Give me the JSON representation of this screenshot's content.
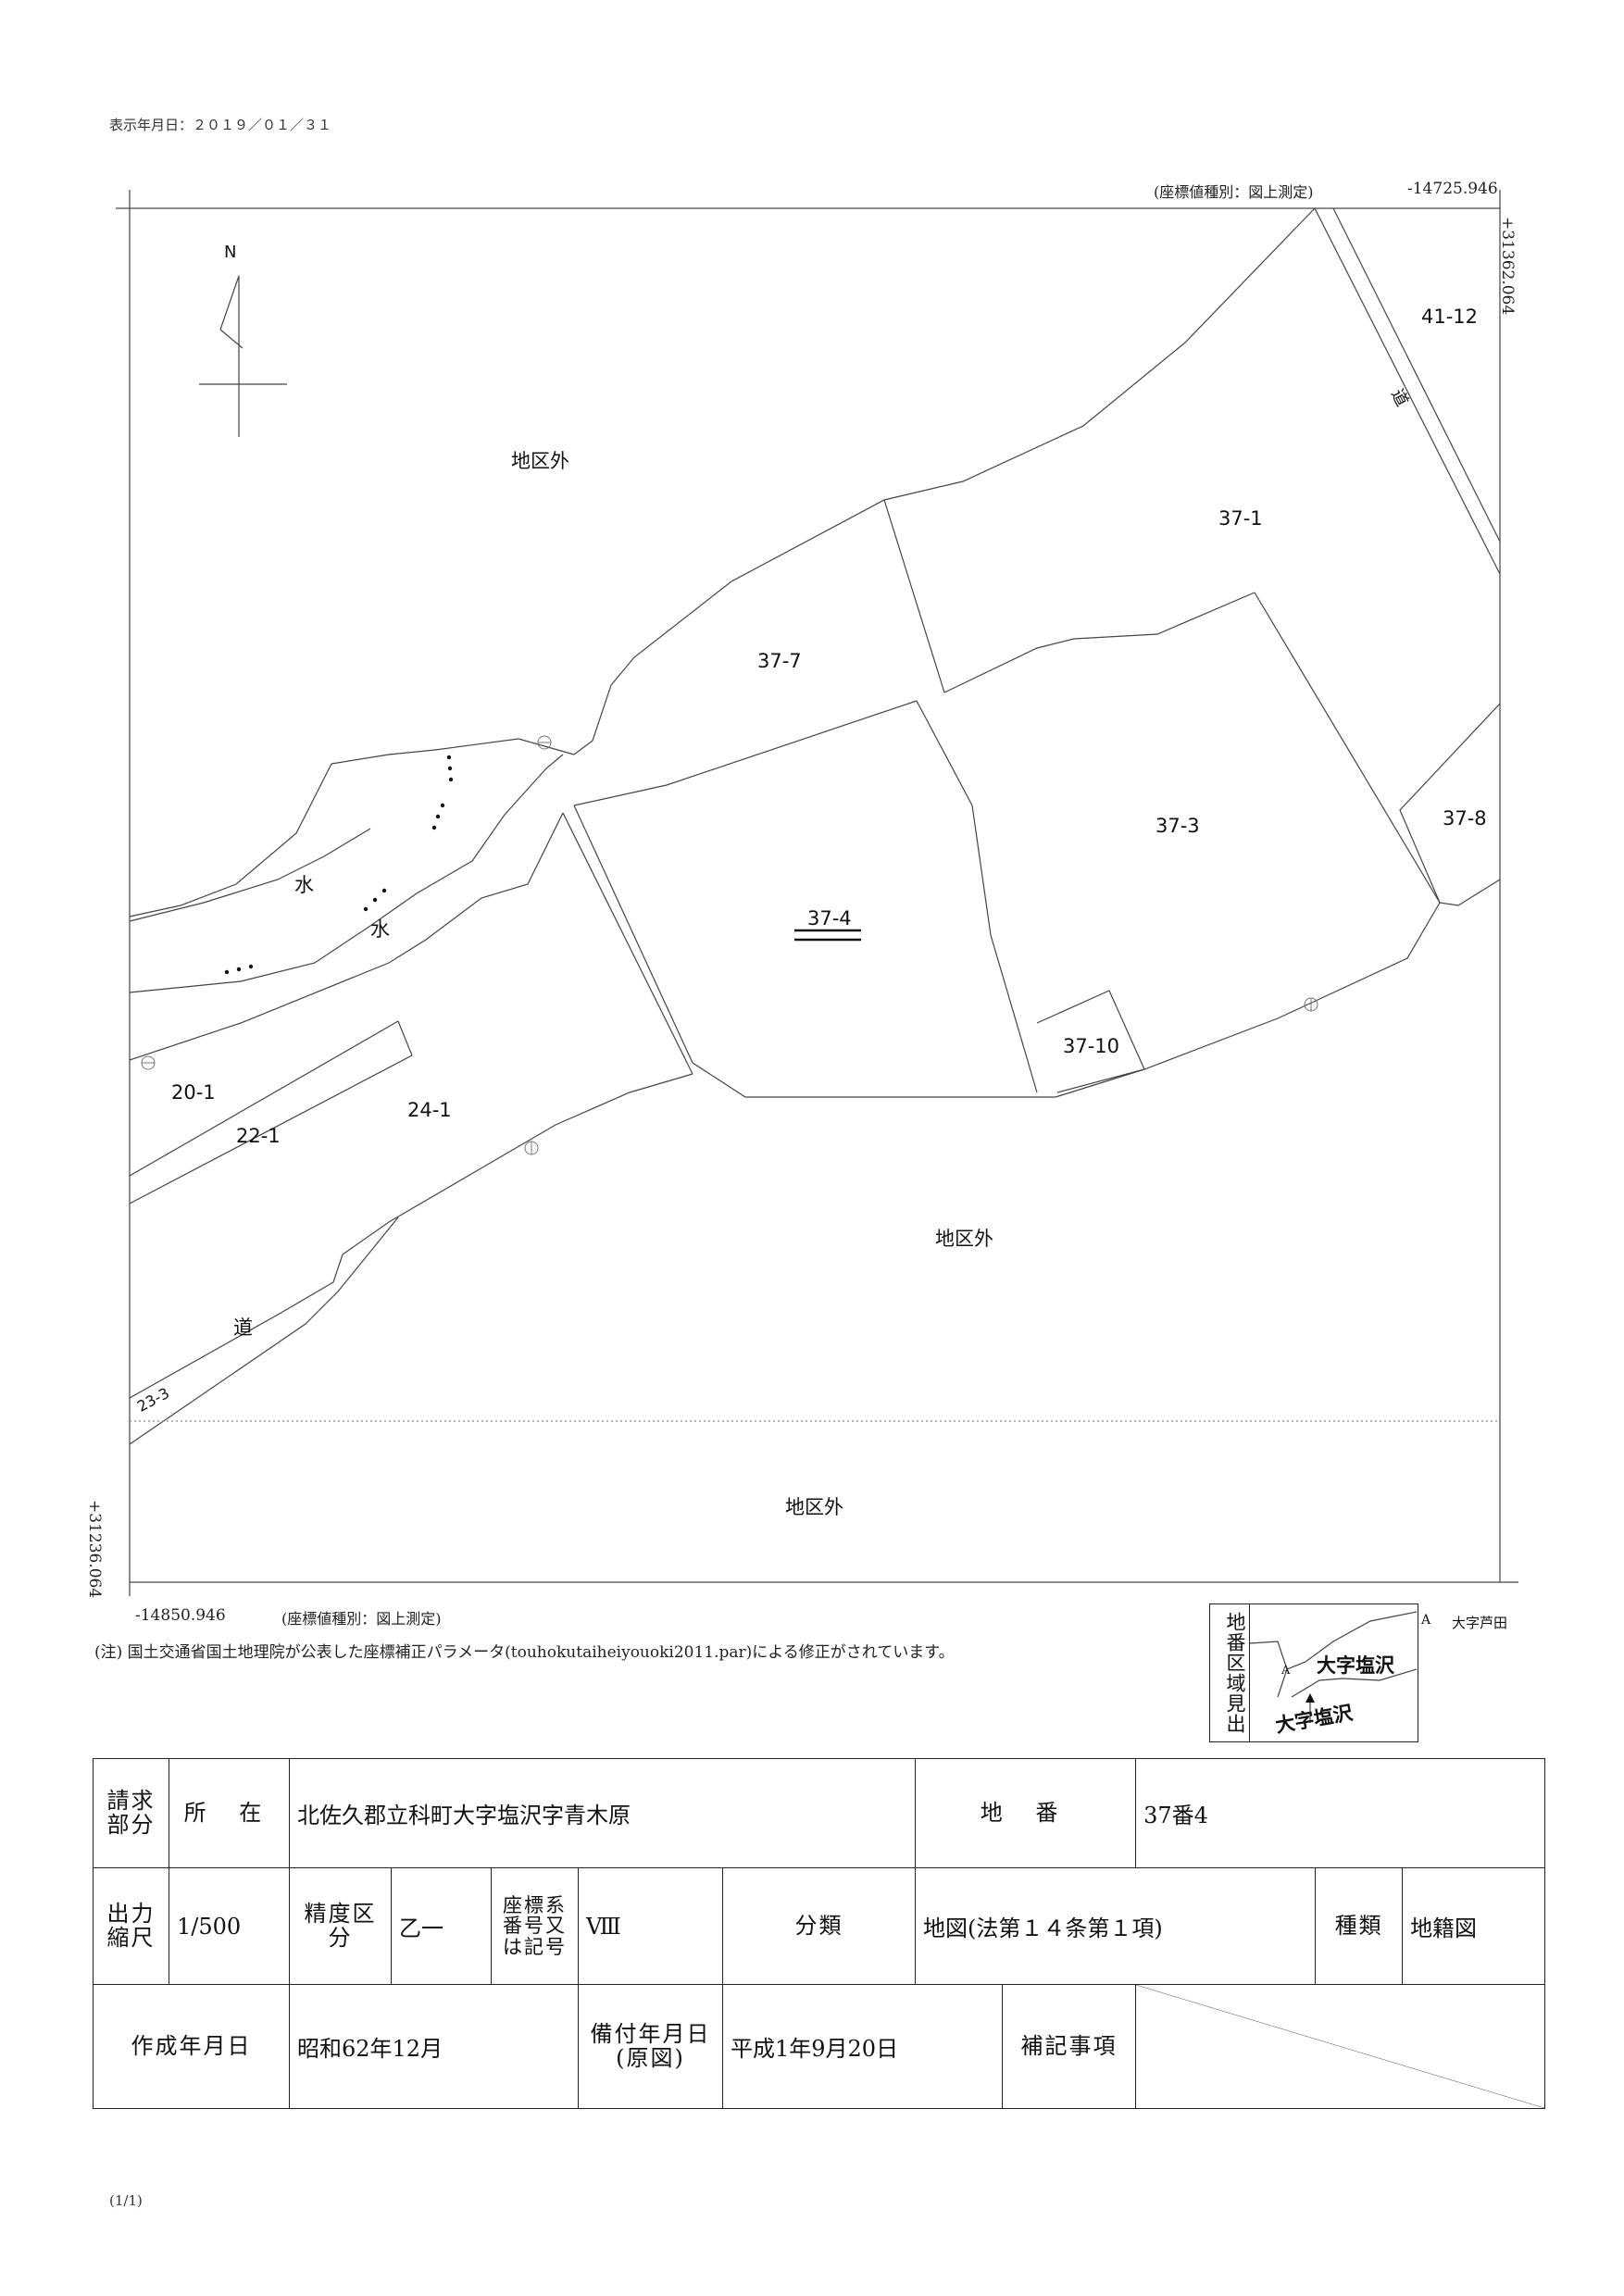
{
  "header": {
    "display_date": "表示年月日：２０１９／０１／３１"
  },
  "coordinates": {
    "top_note": "(座標値種別：図上測定)",
    "top_right_x": "-14725.946",
    "right_top_y": "+31362.064",
    "bottom_left_y": "+31236.064",
    "bottom_left_x": "-14850.946",
    "bottom_note": "(座標値種別：図上測定)"
  },
  "compass": {
    "north_label": "N"
  },
  "map": {
    "zone_labels": [
      {
        "text": "地区外"
      },
      {
        "text": "地区外"
      },
      {
        "text": "地区外"
      }
    ],
    "parcels": [
      "41-12",
      "37-1",
      "37-7",
      "37-3",
      "37-8",
      "37-4",
      "37-10",
      "20-1",
      "22-1",
      "24-1",
      "23-3"
    ],
    "water_labels": [
      "水",
      "水"
    ],
    "road_labels": [
      "道",
      "道"
    ],
    "target_parcel": "37-4"
  },
  "note": "(注) 国土交通省国土地理院が公表した座標補正パラメータ(touhokutaiheiyouoki2011.par)による修正がされています。",
  "index_map": {
    "title": "地番区域見出",
    "marker": "A",
    "marker_label": "大字芦田",
    "area_upper": "大字塩沢",
    "area_lower": "大字塩沢",
    "arrow_marker": "A"
  },
  "info_table": {
    "requester_section_label": "請求部分",
    "location_label": "所 在",
    "location_value": "北佐久郡立科町大字塩沢字青木原",
    "lot_label": "地 番",
    "lot_value": "37番4",
    "scale_label": "出力縮尺",
    "scale_value": "1/500",
    "accuracy_label": "精度区分",
    "accuracy_value": "乙一",
    "coord_system_label": "座標系番号又は記号",
    "coord_system_value": "Ⅷ",
    "classification_label": "分類",
    "classification_value": "地図(法第１４条第１項)",
    "type_label": "種類",
    "type_value": "地籍図",
    "created_label": "作成年月日",
    "created_value": "昭和62年12月",
    "registered_label": "備付年月日(原図)",
    "registered_value": "平成1年9月20日",
    "remarks_label": "補記事項"
  },
  "footer": {
    "page": "(1/1)"
  }
}
